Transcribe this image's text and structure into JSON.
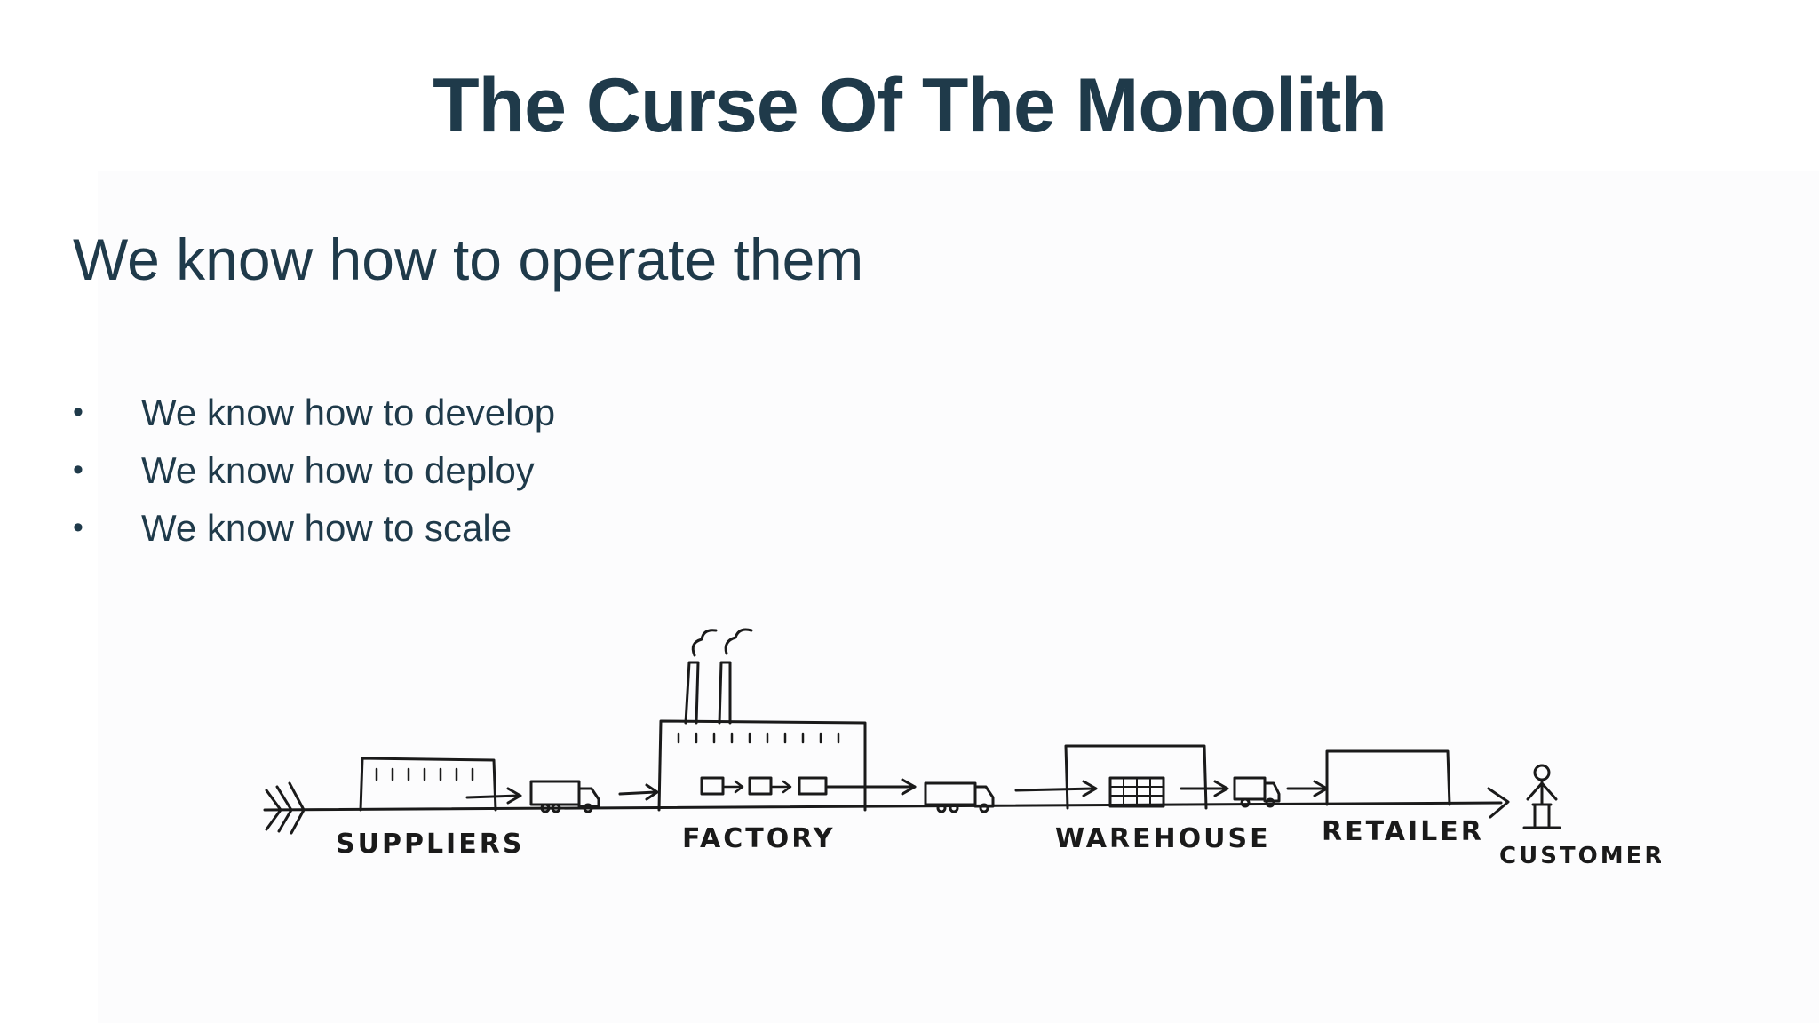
{
  "slide": {
    "title": "The Curse Of The Monolith",
    "subtitle": "We know how to operate them",
    "bullets": [
      "We know how to develop",
      "We know how to deploy",
      "We know how to scale"
    ],
    "bullet_glyph": "•"
  },
  "diagram": {
    "labels": {
      "suppliers": "SUPPLIERS",
      "factory": "FACTORY",
      "warehouse": "WAREHOUSE",
      "retailer": "RETAILER",
      "customer": "CUSTOMER"
    }
  },
  "colors": {
    "text": "#1f3a4a",
    "ink": "#1a1a1a",
    "background": "#ffffff"
  }
}
